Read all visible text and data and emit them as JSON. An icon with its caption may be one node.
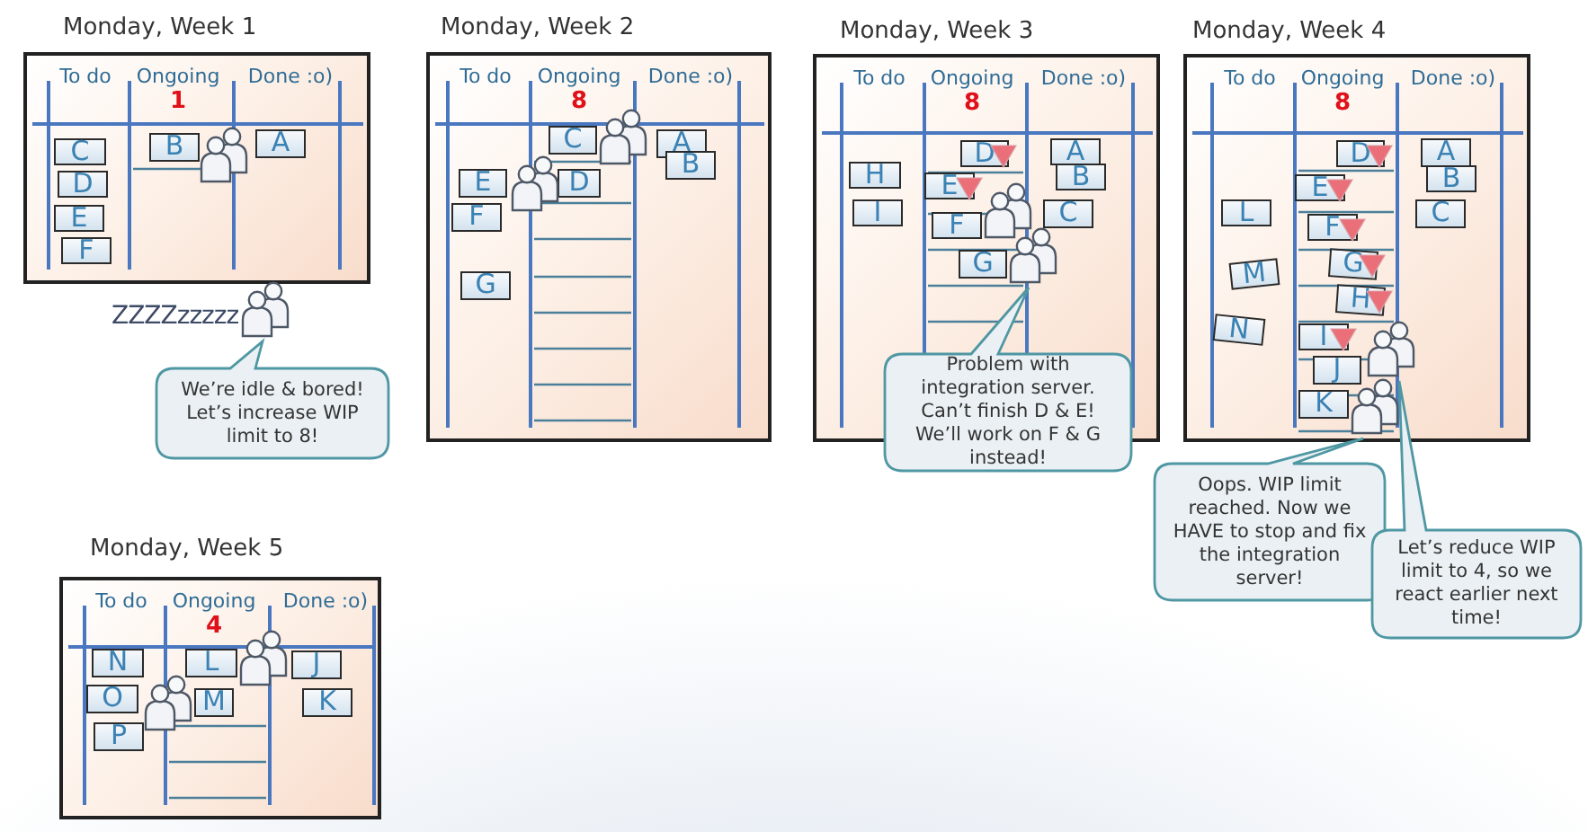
{
  "diagram": {
    "nodes": [
      {
        "text": [
          "Monday, Week 1",
          "To do",
          "Ongoing",
          "1",
          "Done :o)"
        ]
      },
      {
        "text": [
          "C"
        ],
        "in": 0
      },
      {
        "text": [
          "D"
        ],
        "in": 0
      },
      {
        "text": [
          "E"
        ],
        "in": 0
      },
      {
        "text": [
          "F"
        ],
        "in": 0
      },
      {
        "text": [
          "B"
        ],
        "in": 0
      },
      {
        "text": [
          "A"
        ],
        "in": 0
      },
      {
        "text": [
          "We’re idle & bored! Let’s increase WIP limit to 8!"
        ]
      },
      {
        "text": [
          "Monday, Week 2",
          "To do",
          "Ongoing",
          "8",
          "Done :o)"
        ]
      },
      {
        "text": [
          "E"
        ],
        "in": 8
      },
      {
        "text": [
          "F"
        ],
        "in": 8
      },
      {
        "text": [
          "G"
        ],
        "in": 8
      },
      {
        "text": [
          "C"
        ],
        "in": 8
      },
      {
        "text": [
          "D"
        ],
        "in": 8
      },
      {
        "text": [
          "A"
        ],
        "in": 8
      },
      {
        "text": [
          "B"
        ],
        "in": 8
      },
      {
        "text": [
          "Monday, Week 3",
          "To do",
          "Ongoing",
          "8",
          "Done :o)"
        ]
      },
      {
        "text": [
          "H"
        ],
        "in": 16
      },
      {
        "text": [
          "I"
        ],
        "in": 16
      },
      {
        "text": [
          "D"
        ],
        "in": 16
      },
      {
        "text": [
          "E"
        ],
        "in": 16
      },
      {
        "text": [
          "F"
        ],
        "in": 16
      },
      {
        "text": [
          "G"
        ],
        "in": 16
      },
      {
        "text": [
          "A"
        ],
        "in": 16
      },
      {
        "text": [
          "B"
        ],
        "in": 16
      },
      {
        "text": [
          "C"
        ],
        "in": 16
      },
      {
        "text": [
          "Problem with integration server. Can’t finish D & E! We’ll work on F & G instead!"
        ]
      },
      {
        "text": [
          "Monday, Week 4",
          "To do",
          "Ongoing",
          "8",
          "Done :o)"
        ]
      },
      {
        "text": [
          "L"
        ],
        "in": 27
      },
      {
        "text": [
          "M"
        ],
        "in": 27
      },
      {
        "text": [
          "N"
        ],
        "in": 27
      },
      {
        "text": [
          "D"
        ],
        "in": 27
      },
      {
        "text": [
          "E"
        ],
        "in": 27
      },
      {
        "text": [
          "F"
        ],
        "in": 27
      },
      {
        "text": [
          "G"
        ],
        "in": 27
      },
      {
        "text": [
          "H"
        ],
        "in": 27
      },
      {
        "text": [
          "I"
        ],
        "in": 27
      },
      {
        "text": [
          "J"
        ],
        "in": 27
      },
      {
        "text": [
          "K"
        ],
        "in": 27
      },
      {
        "text": [
          "A"
        ],
        "in": 27
      },
      {
        "text": [
          "B"
        ],
        "in": 27
      },
      {
        "text": [
          "C"
        ],
        "in": 27
      },
      {
        "text": [
          "Oops. WIP limit reached. Now we HAVE to stop and fix the integration server!"
        ]
      },
      {
        "text": [
          "Let’s reduce WIP limit to 4, so we react earlier next time!"
        ]
      },
      {
        "text": [
          "Monday, Week 5",
          "To do",
          "Ongoing",
          "4",
          "Done :o)"
        ]
      },
      {
        "text": [
          "N"
        ],
        "in": 44
      },
      {
        "text": [
          "O"
        ],
        "in": 44
      },
      {
        "text": [
          "P"
        ],
        "in": 44
      },
      {
        "text": [
          "L"
        ],
        "in": 44
      },
      {
        "text": [
          "M"
        ],
        "in": 44
      },
      {
        "text": [
          "J"
        ],
        "in": 44
      },
      {
        "text": [
          "K"
        ],
        "in": 44
      }
    ],
    "labels": [
      "ZZZZzzzzz"
    ]
  }
}
